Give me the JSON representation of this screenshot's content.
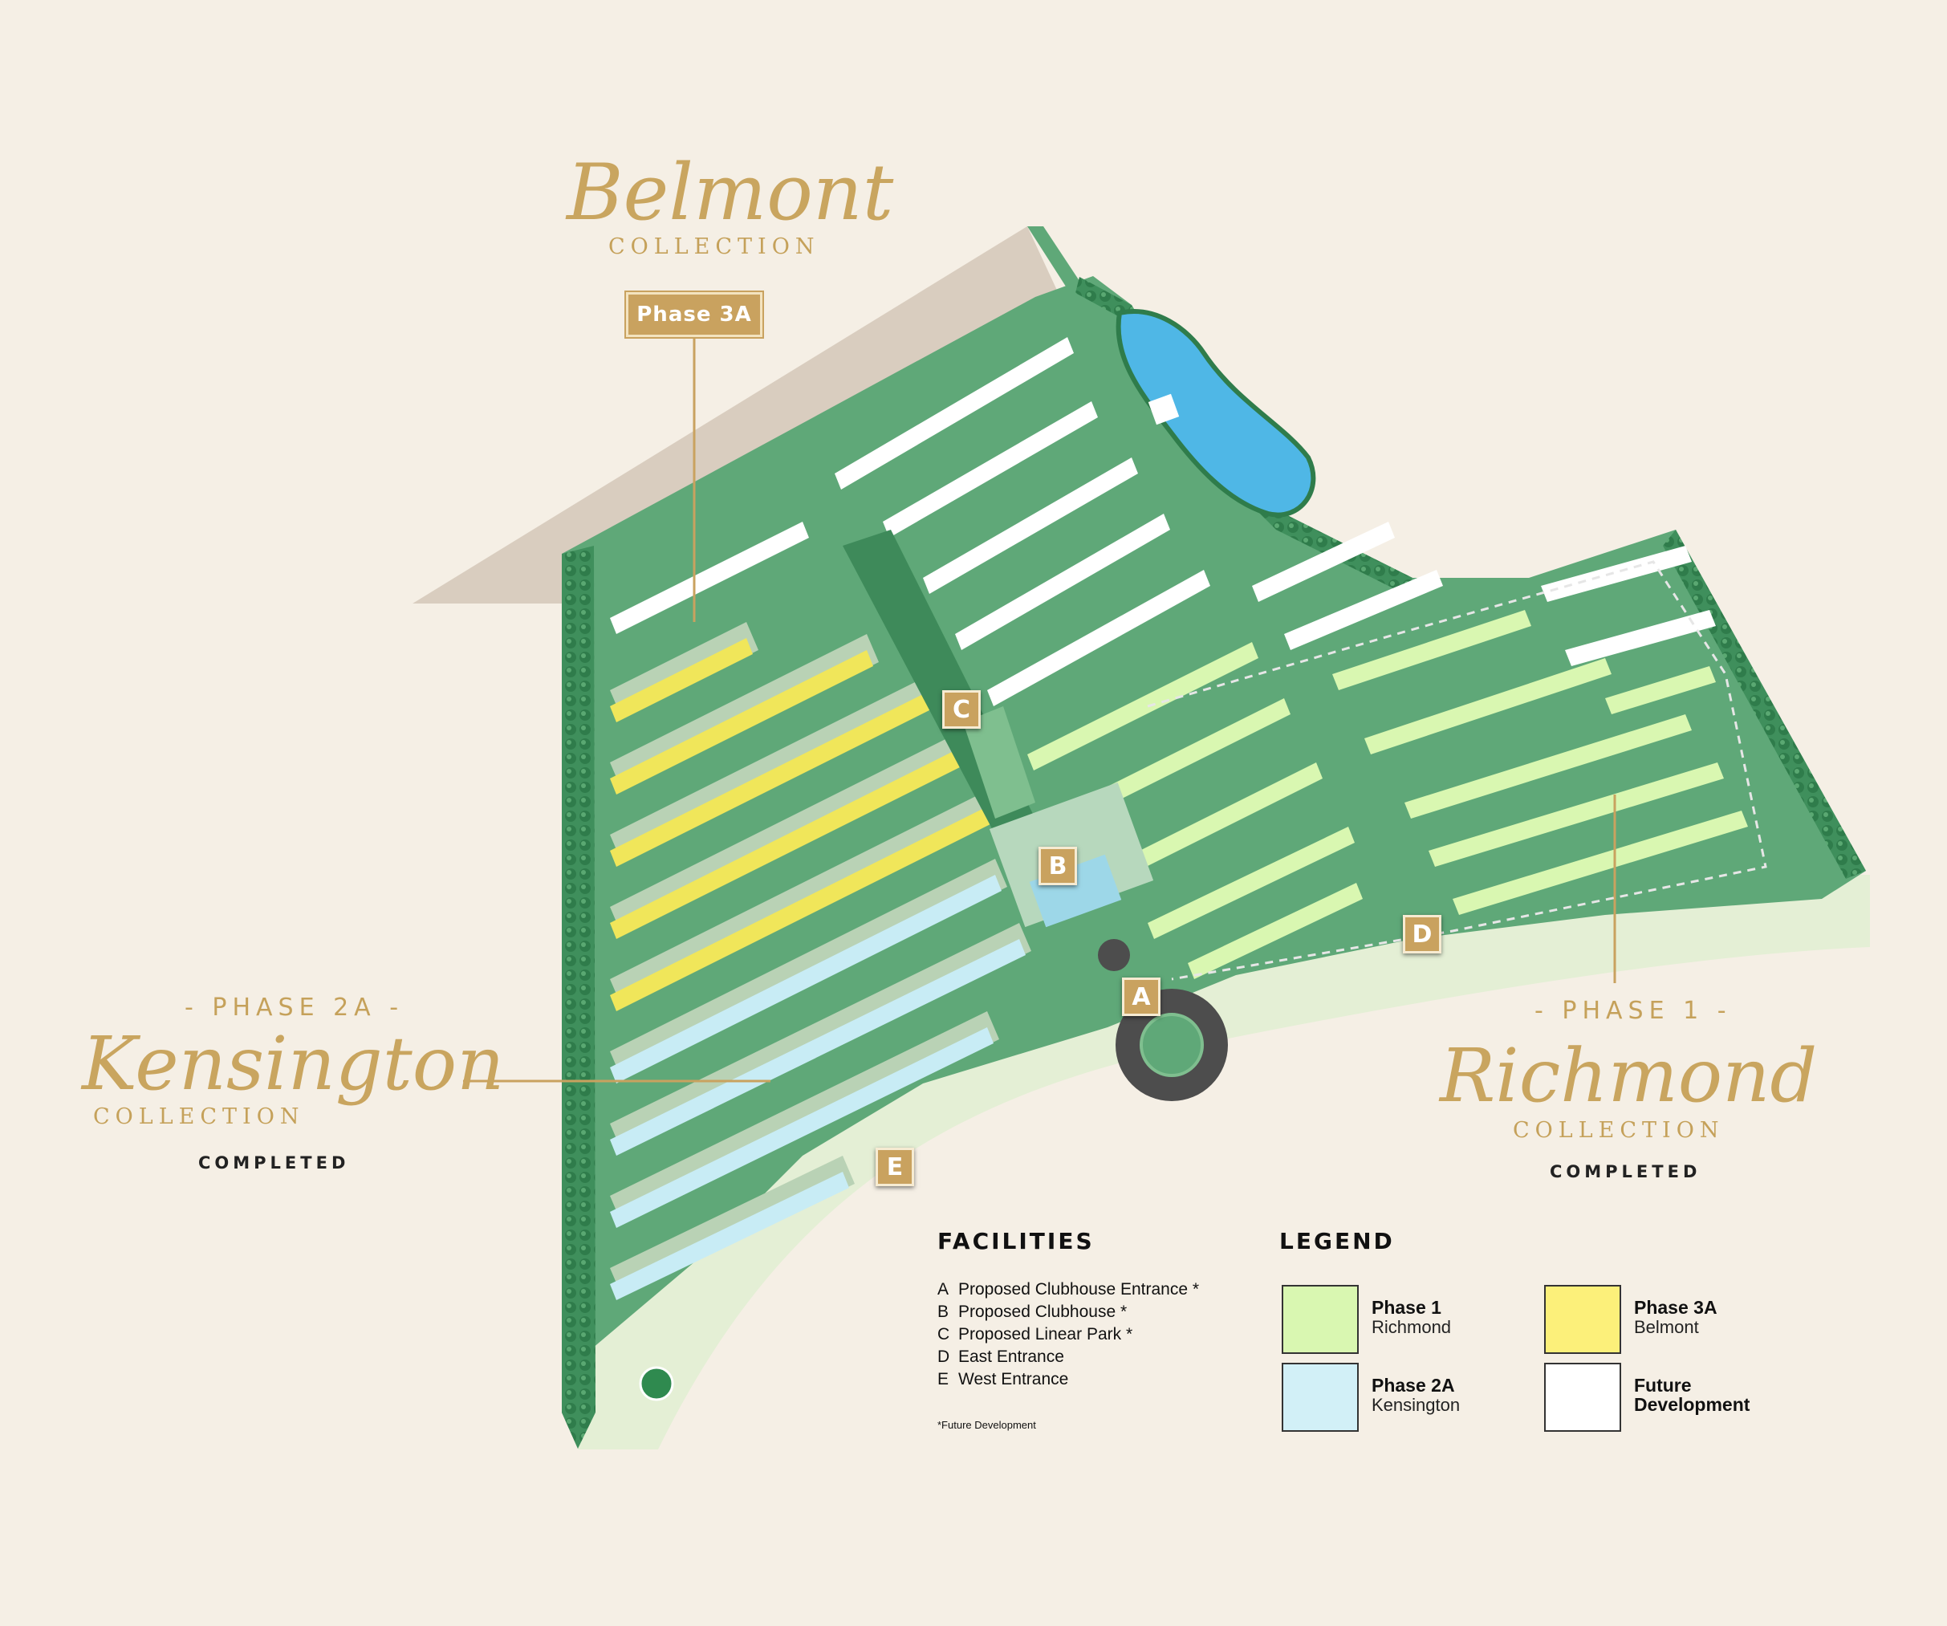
{
  "belmont": {
    "title": "Belmont",
    "collection": "COLLECTION",
    "tag": "Phase 3A"
  },
  "kensington": {
    "phase": "- PHASE 2A -",
    "title": "Kensington",
    "collection": "COLLECTION",
    "status": "COMPLETED"
  },
  "richmond": {
    "phase": "- PHASE 1 -",
    "title": "Richmond",
    "collection": "COLLECTION",
    "status": "COMPLETED"
  },
  "markers": {
    "a": "A",
    "b": "B",
    "c": "C",
    "d": "D",
    "e": "E"
  },
  "facilities": {
    "title": "FACILITIES",
    "items": [
      {
        "letter": "A",
        "label": "Proposed Clubhouse Entrance *"
      },
      {
        "letter": "B",
        "label": "Proposed Clubhouse *"
      },
      {
        "letter": "C",
        "label": "Proposed Linear Park *"
      },
      {
        "letter": "D",
        "label": "East Entrance"
      },
      {
        "letter": "E",
        "label": "West Entrance"
      }
    ],
    "footnote": "*Future Development"
  },
  "legend": {
    "title": "LEGEND",
    "items": [
      {
        "title": "Phase 1",
        "sub": "Richmond",
        "color": "#d9f7b1"
      },
      {
        "title": "Phase 3A",
        "sub": "Belmont",
        "color": "#fcf07a"
      },
      {
        "title": "Phase 2A",
        "sub": "Kensington",
        "color": "#d2f0f7"
      },
      {
        "title": "Future",
        "sub": "Development",
        "color": "#ffffff"
      }
    ]
  },
  "colors": {
    "background": "#f5efe5",
    "green": "#5fa878",
    "road": "#b9d2b5",
    "gold": "#c5a15a",
    "lake": "#4fb7e6",
    "phase1": "#d9f7b1",
    "phase2a": "#c8ecf5",
    "phase3a": "#f0e65a",
    "future": "#ffffff"
  }
}
